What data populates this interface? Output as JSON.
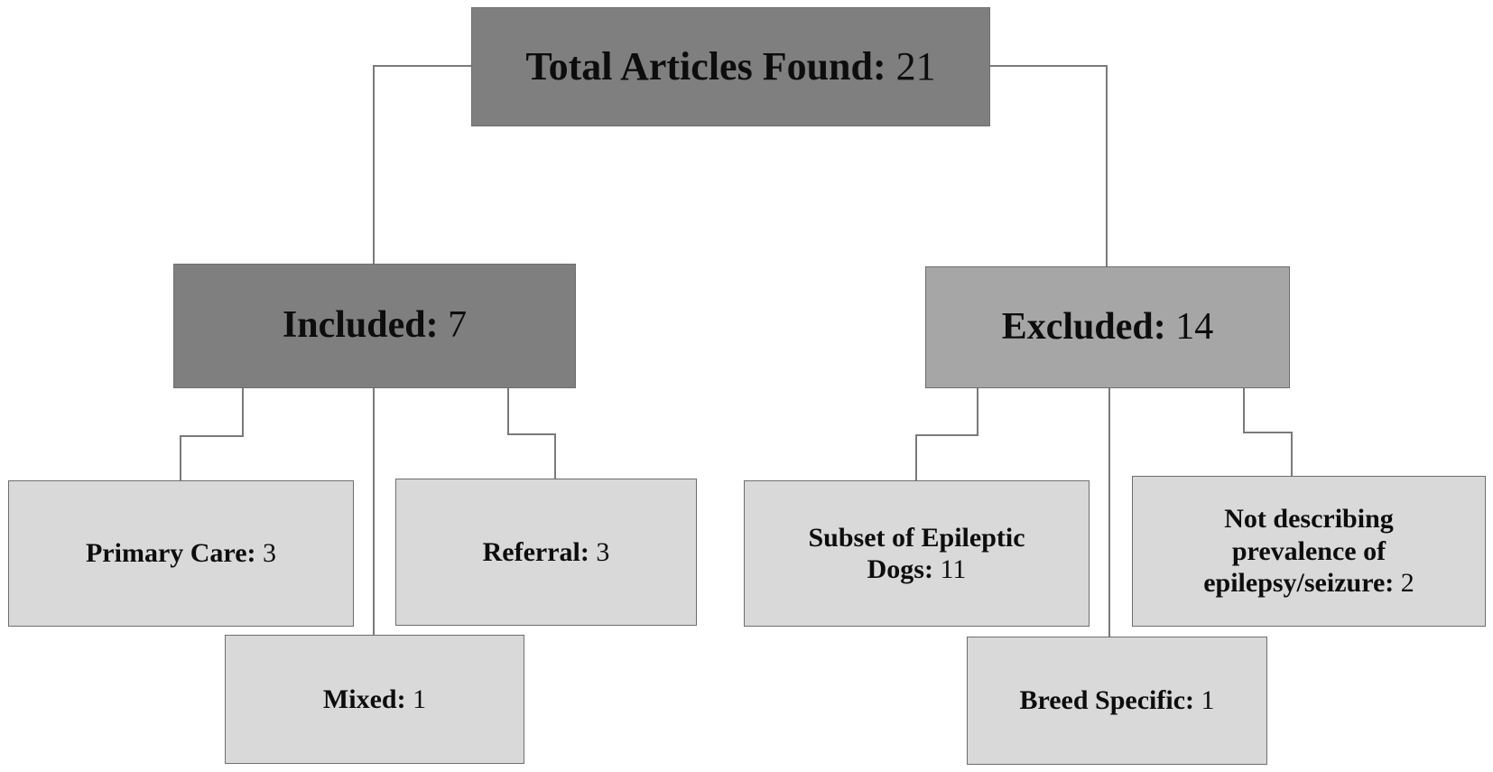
{
  "root": {
    "label": "Total Articles Found:",
    "value": "21"
  },
  "included": {
    "label": "Included:",
    "value": "7",
    "children": {
      "primary_care": {
        "label": "Primary Care:",
        "value": "3"
      },
      "referral": {
        "label": "Referral:",
        "value": "3"
      },
      "mixed": {
        "label": "Mixed:",
        "value": "1"
      }
    }
  },
  "excluded": {
    "label": "Excluded:",
    "value": "14",
    "children": {
      "subset_epileptic": {
        "label_line1": "Subset of Epileptic",
        "label_line2": "Dogs:",
        "value": "11"
      },
      "not_describing": {
        "label_line1": "Not describing",
        "label_line2": "prevalence of",
        "label_line3": "epilepsy/seizure:",
        "value": "2"
      },
      "breed_specific": {
        "label": "Breed Specific:",
        "value": "1"
      }
    }
  },
  "colors": {
    "root_fill": "#7f7f7f",
    "level1_included_fill": "#7f7f7f",
    "level1_excluded_fill": "#a6a6a6",
    "leaf_fill": "#d9d9d9",
    "connector": "#7a7a7a"
  }
}
